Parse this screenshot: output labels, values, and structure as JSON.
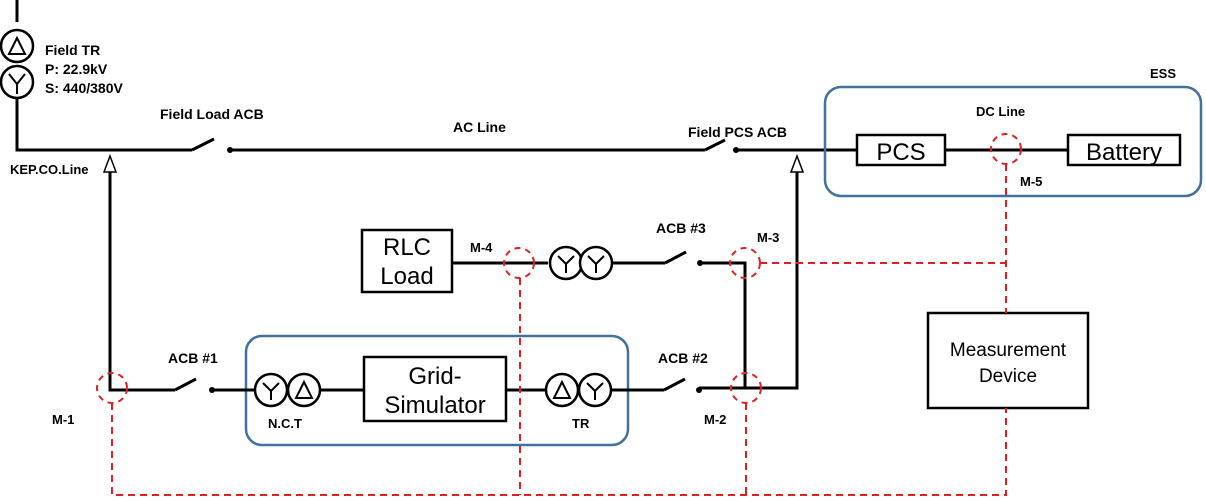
{
  "labels": {
    "field_tr_title": "Field TR",
    "field_tr_primary": "P: 22.9kV",
    "field_tr_secondary": "S: 440/380V",
    "kep_line": "KEP.CO.Line",
    "field_load_acb": "Field Load ACB",
    "ac_line": "AC Line",
    "field_pcs_acb": "Field PCS ACB",
    "ess": "ESS",
    "dc_line": "DC Line",
    "pcs": "PCS",
    "battery": "Battery",
    "m5": "M-5",
    "rlc_load_line1": "RLC",
    "rlc_load_line2": "Load",
    "m4": "M-4",
    "acb3": "ACB #3",
    "m3": "M-3",
    "measurement_line1": "Measurement",
    "measurement_line2": "Device",
    "acb1": "ACB #1",
    "grid_sim_line1": "Grid-",
    "grid_sim_line2": "Simulator",
    "acb2": "ACB #2",
    "m1": "M-1",
    "nct": "N.C.T",
    "tr": "TR",
    "m2": "M-2"
  },
  "colors": {
    "line": "#000000",
    "measurement_dash": "#e02020",
    "group_border": "#41719c"
  }
}
